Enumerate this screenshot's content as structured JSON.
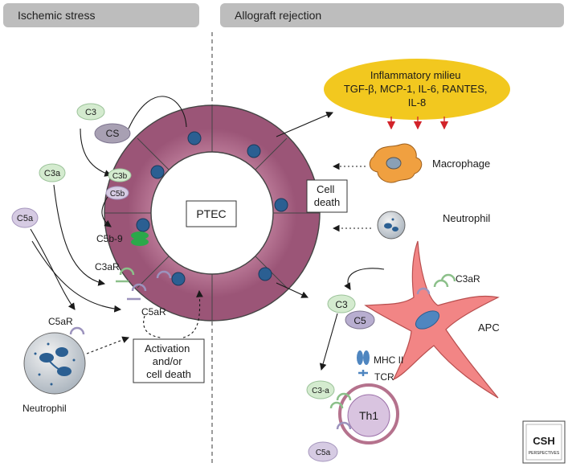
{
  "header": {
    "left_tab": "Ischemic stress",
    "right_tab": "Allograft rejection"
  },
  "left": {
    "c3": "C3",
    "cs": "CS",
    "c3b": "C3b",
    "c5b": "C5b",
    "c3a": "C3a",
    "c5a": "C5a",
    "c5b9": "C5b-9",
    "c3ar": "C3aR",
    "c5ar_ptec": "C5aR",
    "c5ar_neutrophil": "C5aR",
    "neutrophil": "Neutrophil",
    "activation_box": [
      "Activation",
      "and/or",
      "cell death"
    ]
  },
  "center": {
    "ptec": "PTEC"
  },
  "right": {
    "milieu": [
      "Inflammatory milieu",
      "TGF-β, MCP-1, IL-6, RANTES,",
      "IL-8"
    ],
    "macrophage": "Macrophage",
    "neutrophil": "Neutrophil",
    "cell_death_box": [
      "Cell",
      "death"
    ],
    "c3ar": "C3aR",
    "c3": "C3",
    "c5": "C5",
    "apc": "APC",
    "mhc": "MHC II",
    "tcr": "TCR",
    "c3a": "C3-a",
    "c5a": "C5a",
    "th1": "Th1"
  },
  "logo": {
    "text": "CSH",
    "subtext": "PERSPECTIVES"
  },
  "colors": {
    "ring": "#b5728d",
    "nucleus": "#2b5f92",
    "c3_green": "#d4ebcf",
    "c5_purple": "#c3b3d1",
    "cs_gray": "#a8a0b3",
    "milieu_yellow": "#f2c81f",
    "macrophage": "#f0a040",
    "apc": "#f08080",
    "arrow_red": "#d2232a",
    "receptor_green": "#8cc08a",
    "receptor_purple": "#9c93bd",
    "header_gray": "#bdbdbd"
  }
}
